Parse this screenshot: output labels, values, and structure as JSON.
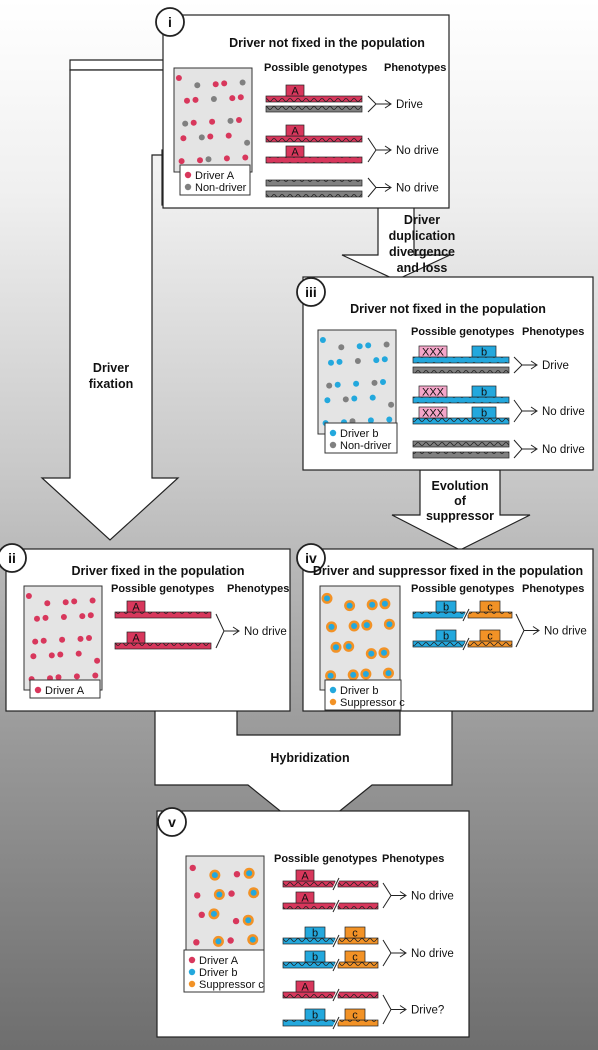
{
  "colors": {
    "driverA": "#d8375c",
    "driverB": "#23a8dd",
    "suppressorC": "#f29226",
    "nonDriver": "#808080",
    "xxx": "#f5a6c9",
    "popBg": "#e4e4e4"
  },
  "panels": [
    {
      "id": "i",
      "numeral": "i",
      "title": "Driver not fixed in the population",
      "headers": {
        "genotypes": "Possible genotypes",
        "phenotypes": "Phenotypes"
      },
      "legend": [
        "Driver A",
        "Non-driver"
      ],
      "phenotypes": [
        "Drive",
        "No drive",
        "No drive"
      ]
    },
    {
      "id": "ii",
      "numeral": "ii",
      "title": "Driver fixed in the population",
      "headers": {
        "genotypes": "Possible genotypes",
        "phenotypes": "Phenotypes"
      },
      "legend": [
        "Driver A"
      ],
      "phenotypes": [
        "No drive"
      ]
    },
    {
      "id": "iii",
      "numeral": "iii",
      "title": "Driver not fixed in the population",
      "headers": {
        "genotypes": "Possible genotypes",
        "phenotypes": "Phenotypes"
      },
      "legend": [
        "Driver b",
        "Non-driver"
      ],
      "phenotypes": [
        "Drive",
        "No drive",
        "No drive"
      ]
    },
    {
      "id": "iv",
      "numeral": "iv",
      "title": "Driver and suppressor fixed in the population",
      "headers": {
        "genotypes": "Possible genotypes",
        "phenotypes": "Phenotypes"
      },
      "legend": [
        "Driver b",
        "Suppressor c"
      ],
      "phenotypes": [
        "No drive"
      ]
    },
    {
      "id": "v",
      "numeral": "v",
      "title": "",
      "headers": {
        "genotypes": "Possible genotypes",
        "phenotypes": "Phenotypes"
      },
      "legend": [
        "Driver A",
        "Driver b",
        "Suppressor c"
      ],
      "phenotypes": [
        "No drive",
        "No drive",
        "Drive?"
      ]
    }
  ],
  "gene_labels": {
    "A": "A",
    "b": "b",
    "c": "c",
    "xxx": "XXX"
  },
  "arrows": {
    "fixation": [
      "Driver",
      "fixation"
    ],
    "duplication": [
      "Driver",
      "duplication",
      "divergence",
      "and loss"
    ],
    "suppressor": [
      "Evolution",
      "of",
      "suppressor"
    ],
    "hybridization": "Hybridization"
  }
}
